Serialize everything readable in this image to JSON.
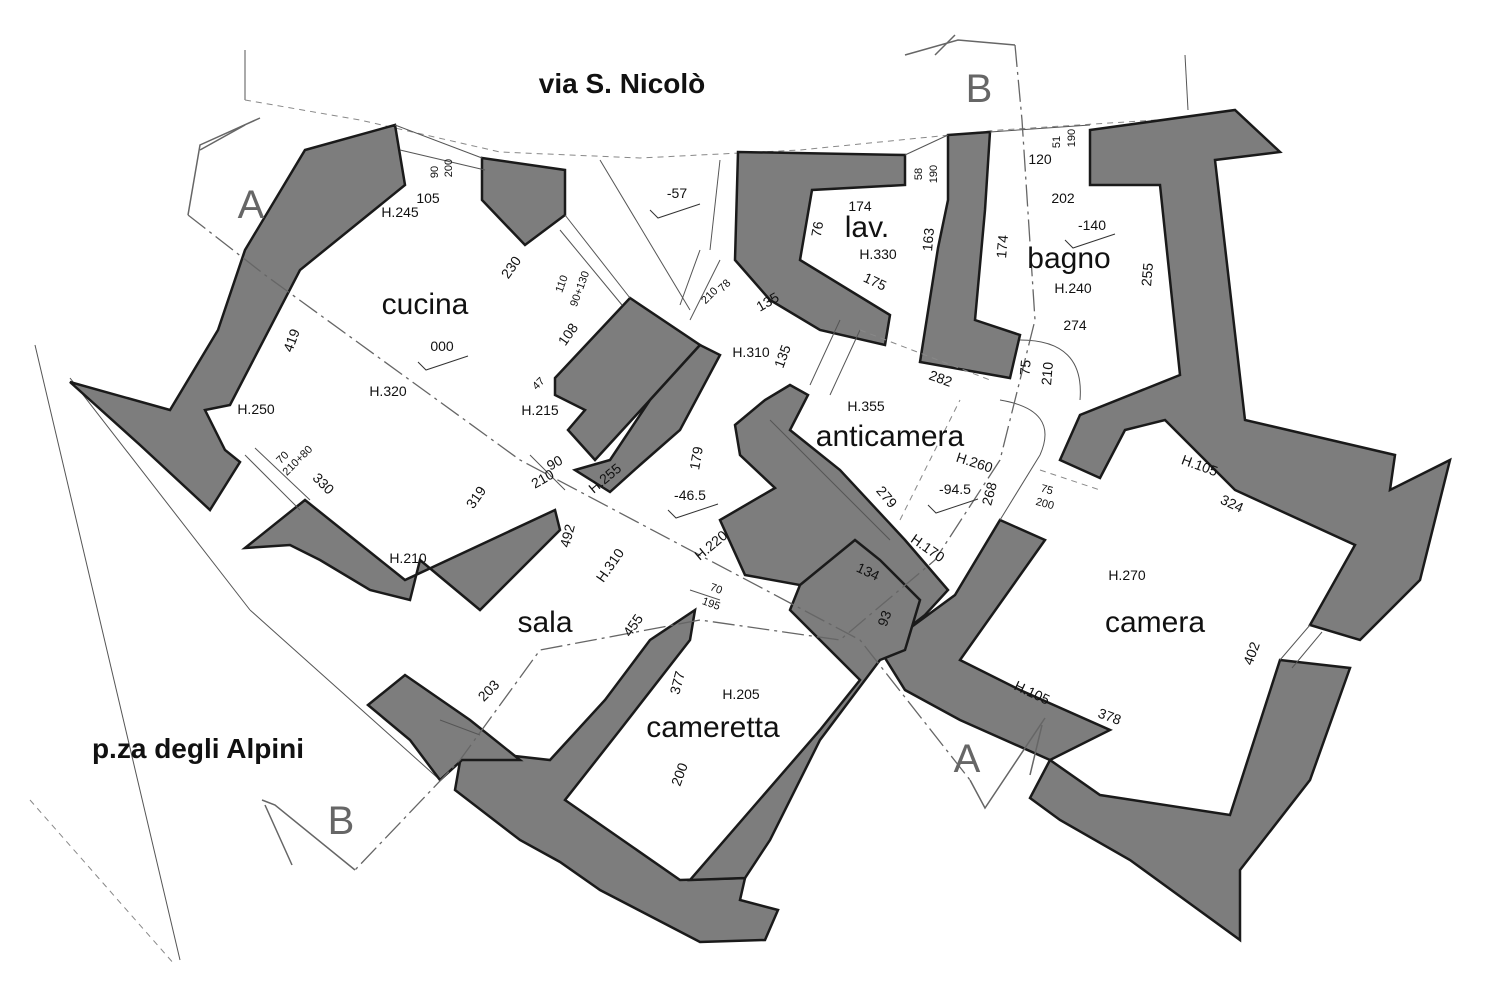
{
  "streets": {
    "north": "via S. Nicolò",
    "southwest": "p.za degli Alpini"
  },
  "sections": {
    "a": "A",
    "b": "B"
  },
  "rooms": {
    "cucina": "cucina",
    "lav": "lav.",
    "bagno": "bagno",
    "anticamera": "anticamera",
    "sala": "sala",
    "camera": "camera",
    "cameretta": "cameretta"
  },
  "heights": {
    "cucina_nw": "H.245",
    "cucina_center": "H.320",
    "cucina_w": "H.250",
    "cucina_door": "H.215",
    "cucina_s": "H.210",
    "passage": "H.255",
    "hall": "H.310",
    "lav": "H.330",
    "bagno": "H.240",
    "anticamera": "H.355",
    "anticamera_s": "H.260",
    "anticamera_sw": "H.170",
    "sala_door": "H.220",
    "sala": "H.310",
    "cameretta": "H.205",
    "camera_n": "H.105",
    "camera": "H.270",
    "camera_s": "H.105"
  },
  "levels": {
    "cucina": "000",
    "entrance": "-57",
    "bagno": "-140",
    "sala": "-46.5",
    "anticamera": "-94.5"
  },
  "dimensions": {
    "cucina_win_w": "90",
    "cucina_win_h": "200",
    "cucina_n": "105",
    "cucina_ne": "230",
    "cucina_w": "419",
    "cucina_e": "108",
    "cucina_sw": "330",
    "cucina_s": "319",
    "cucina_door_w": "47",
    "ent_w": "110",
    "ent_h": "90+130",
    "cucina_sala_w": "90",
    "cucina_sala_h": "210",
    "cucina_wdoor_w": "70",
    "cucina_wdoor_h": "210+80",
    "hall_door_w": "78",
    "hall_door_h": "210",
    "hall_n": "135",
    "hall_e": "135",
    "lav_win_w": "58",
    "lav_win_h": "190",
    "lav_n": "174",
    "lav_w": "76",
    "lav_e": "163",
    "lav_s": "175",
    "bagno_win_a": "120",
    "bagno_win_b": "51",
    "bagno_win_h": "190",
    "bagno_n": "202",
    "bagno_w": "174",
    "bagno_e": "255",
    "bagno_s": "274",
    "bagno_door_w": "75",
    "bagno_door_h": "210",
    "anti_n": "282",
    "anti_w": "279",
    "anti_e": "268",
    "camera_door_w": "75",
    "camera_door_h": "200",
    "camera_n": "324",
    "camera_e": "402",
    "camera_s": "378",
    "sala_n": "179",
    "sala_w": "492",
    "sala_e": "455",
    "sala_s": "203",
    "cam_door_w": "70",
    "cam_door_h": "195",
    "closet_n": "134",
    "closet_e": "93",
    "cameretta_w": "377",
    "cameretta_s": "200"
  }
}
